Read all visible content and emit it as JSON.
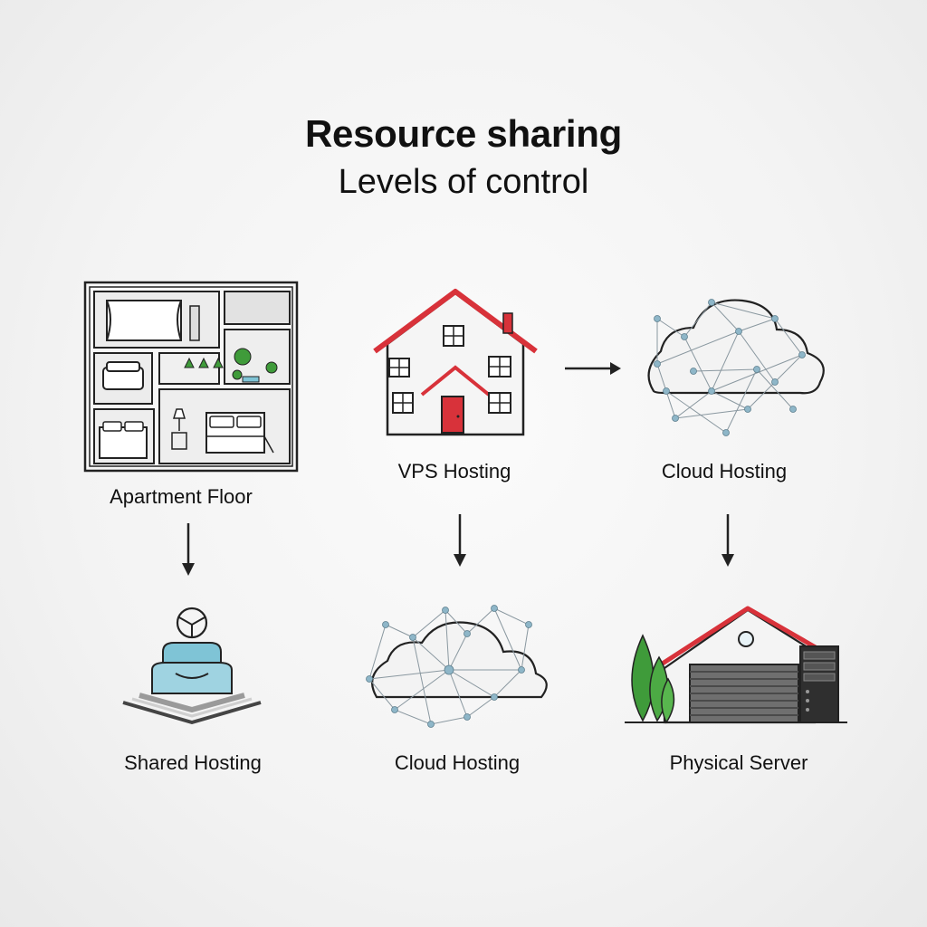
{
  "header": {
    "title": "Resource sharing",
    "subtitle": "Levels of control"
  },
  "nodes": {
    "apartment_floor": {
      "label": "Apartment Floor"
    },
    "vps_hosting": {
      "label": "VPS Hosting"
    },
    "cloud_hosting_top": {
      "label": "Cloud Hosting"
    },
    "shared_hosting": {
      "label": "Shared Hosting"
    },
    "cloud_hosting_bottom": {
      "label": "Cloud Hosting"
    },
    "physical_server": {
      "label": "Physical Server"
    }
  },
  "colors": {
    "roof_red": "#d8323a",
    "tree_green": "#3f9b3a",
    "person_blue": "#7fc4d6",
    "network_node": "#8eb6c8"
  }
}
